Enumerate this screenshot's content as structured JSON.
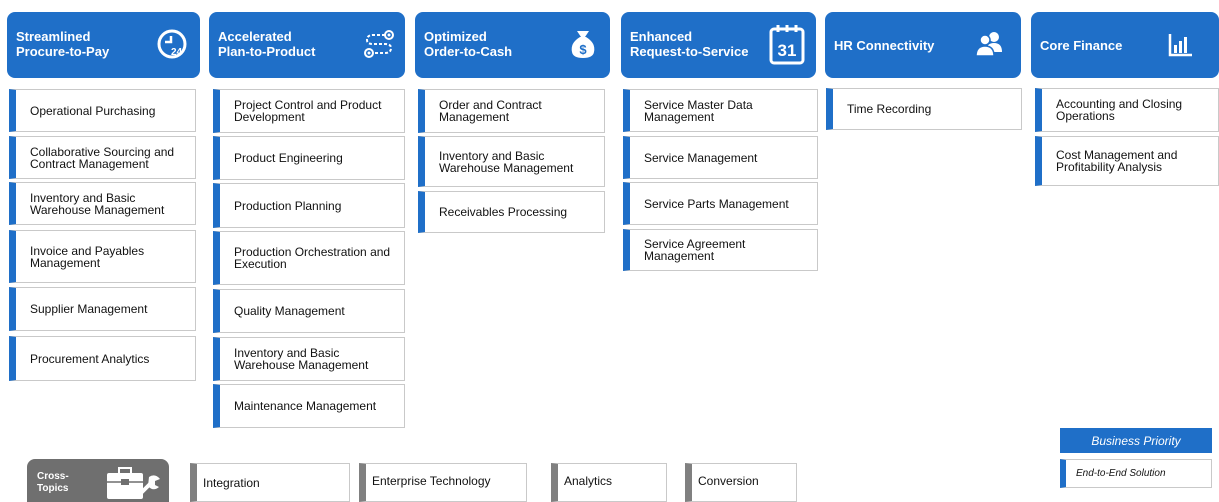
{
  "colors": {
    "accent": "#1f6fc8",
    "crossTopics": "#6f6f6f",
    "border": "#c9c9c9"
  },
  "columns": [
    {
      "title1": "Streamlined",
      "title2": "Procure-to-Pay",
      "icon": "clock-24-icon",
      "items": [
        "Operational Purchasing",
        "Collaborative Sourcing and Contract Management",
        "Inventory and Basic Warehouse Management",
        "Invoice and Payables Management",
        "Supplier Management",
        "Procurement Analytics"
      ]
    },
    {
      "title1": "Accelerated",
      "title2": "Plan-to-Product",
      "icon": "route-icon",
      "items": [
        "Project Control and Product Development",
        "Product Engineering",
        "Production Planning",
        "Production Orchestration and Execution",
        "Quality Management",
        "Inventory and Basic Warehouse Management",
        "Maintenance Management"
      ]
    },
    {
      "title1": "Optimized",
      "title2": "Order-to-Cash",
      "icon": "money-bag-icon",
      "items": [
        "Order and Contract Management",
        "Inventory and Basic Warehouse Management",
        "Receivables Processing"
      ]
    },
    {
      "title1": "Enhanced",
      "title2": "Request-to-Service",
      "icon": "calendar-31-icon",
      "items": [
        "Service Master Data Management",
        "Service Management",
        "Service Parts Management",
        "Service Agreement Management"
      ]
    },
    {
      "title1": "HR Connectivity",
      "title2": "",
      "icon": "people-icon",
      "items": [
        "Time Recording"
      ]
    },
    {
      "title1": "Core Finance",
      "title2": "",
      "icon": "bar-chart-icon",
      "items": [
        "Accounting and Closing Operations",
        "Cost Management and Profitability Analysis"
      ]
    }
  ],
  "crossTopics": {
    "label1": "Cross-",
    "label2": "Topics",
    "icon": "toolbox-wrench-icon",
    "items": [
      "Integration",
      "Enterprise Technology",
      "Analytics",
      "Conversion"
    ]
  },
  "legend": {
    "priority": "Business Priority",
    "solution": "End-to-End Solution"
  }
}
